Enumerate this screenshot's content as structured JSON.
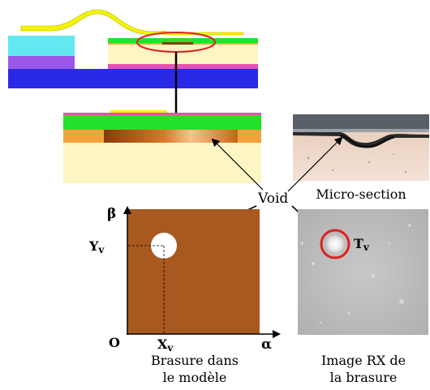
{
  "labels": {
    "void": "Void",
    "micro_section": "Micro-section",
    "model_caption_line1": "Brasure dans",
    "model_caption_line2": "le modèle",
    "rx_caption_line1": "Image RX de",
    "rx_caption_line2": "la brasure",
    "axis_beta": "β",
    "axis_alpha": "α",
    "origin": "O",
    "y_void": "Yv",
    "x_void": "Xv",
    "t_void": "Tv"
  },
  "colors": {
    "solder_model": "#a8591f",
    "void": "#ffffff",
    "highlight_ring": "#e02020",
    "copper_green": "#22e12a",
    "substrate_cream": "#fdf5c4",
    "solder_orange": "#f2a33c",
    "base_blue": "#2a2ae6",
    "cyan_block": "#63e8ef",
    "purple_block": "#9b57e8",
    "lead_yellow": "#f3f300"
  }
}
